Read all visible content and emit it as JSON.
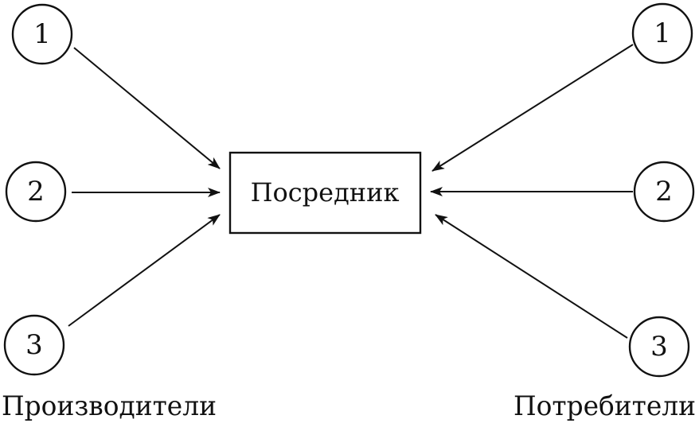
{
  "center": {
    "label": "Посредник"
  },
  "producers": {
    "label": "Производители",
    "nodes": [
      "1",
      "2",
      "3"
    ]
  },
  "consumers": {
    "label": "Потребители",
    "nodes": [
      "1",
      "2",
      "3"
    ]
  },
  "colors": {
    "stroke": "#111111",
    "background": "#ffffff"
  }
}
